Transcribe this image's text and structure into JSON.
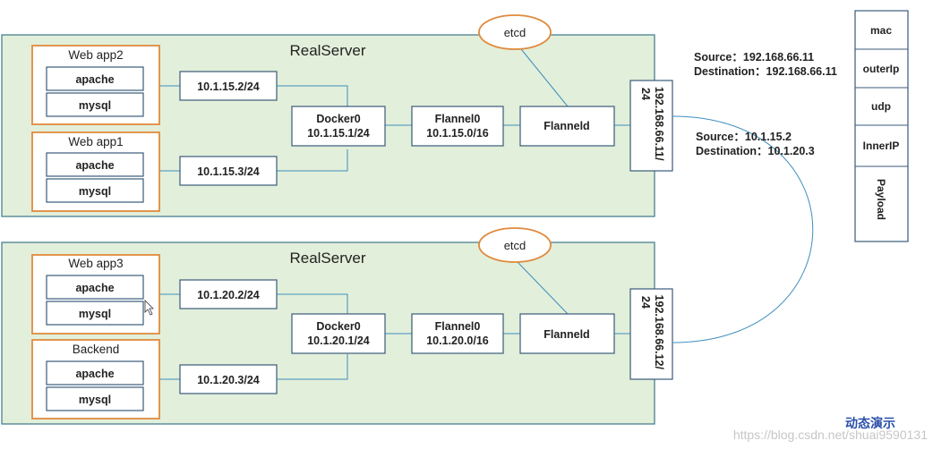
{
  "hosts": [
    {
      "title": "RealServer",
      "etcd": "etcd",
      "apps": [
        {
          "name": "Web app2",
          "services": [
            "apache",
            "mysql"
          ]
        },
        {
          "name": "Web app1",
          "services": [
            "apache",
            "mysql"
          ]
        }
      ],
      "ips": [
        "10.1.15.2/24",
        "10.1.15.3/24"
      ],
      "docker": {
        "name": "Docker0",
        "ip": "10.1.15.1/24"
      },
      "flannel0": {
        "name": "Flannel0",
        "ip": "10.1.15.0/16"
      },
      "flanneld": "Flanneld",
      "nic": "192.168.66.11/24"
    },
    {
      "title": "RealServer",
      "etcd": "etcd",
      "apps": [
        {
          "name": "Web app3",
          "services": [
            "apache",
            "mysql"
          ]
        },
        {
          "name": "Backend",
          "services": [
            "apache",
            "mysql"
          ]
        }
      ],
      "ips": [
        "10.1.20.2/24",
        "10.1.20.3/24"
      ],
      "docker": {
        "name": "Docker0",
        "ip": "10.1.20.1/24"
      },
      "flannel0": {
        "name": "Flannel0",
        "ip": "10.1.20.0/16"
      },
      "flanneld": "Flanneld",
      "nic": "192.168.66.12/24"
    }
  ],
  "outer_packet": {
    "source": "Source：192.168.66.11",
    "destination": "Destination：192.168.66.11"
  },
  "inner_packet": {
    "source": "Source：10.1.15.2",
    "destination": "Destination：10.1.20.3"
  },
  "packet_layers": [
    "mac",
    "outerIp",
    "udp",
    "InnerIP",
    "Payload"
  ],
  "demo_label": "动态演示",
  "watermark": "https://blog.csdn.net/shuai9590131",
  "colors": {
    "host_fill": "#e2efda",
    "host_border": "#4a7f8f",
    "app_border": "#e08a3c",
    "connector": "#3f8fbf",
    "demo_label": "#2a4fa8"
  }
}
